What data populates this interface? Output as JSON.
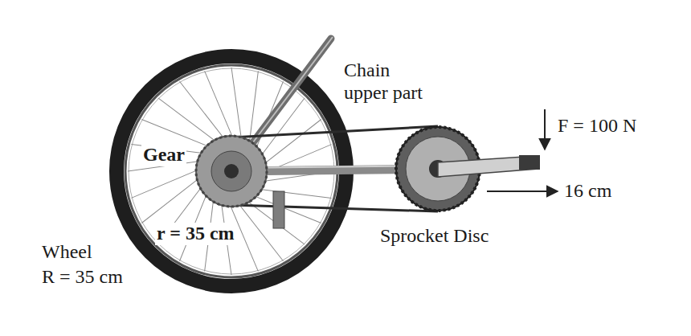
{
  "diagram": {
    "labels": [
      "Chain upper part",
      "F = 100 N",
      "Gear",
      "16 cm",
      "r = 35 cm",
      "Sprocket Disc",
      "Wheel",
      "R = 35 cm"
    ]
  }
}
